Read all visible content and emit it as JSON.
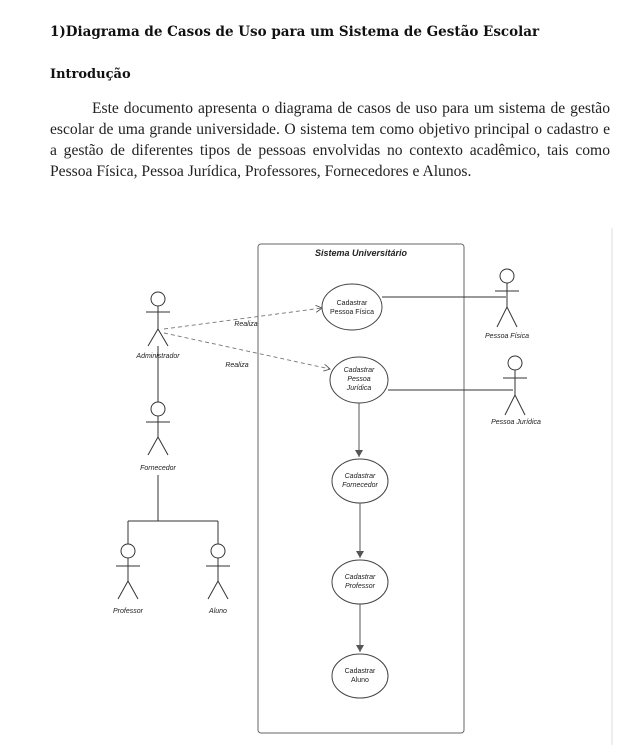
{
  "document": {
    "title": "1)Diagrama de Casos de Uso para um Sistema de Gestão Escolar",
    "section": "Introdução",
    "paragraph": "Este documento apresenta o diagrama de casos de uso para um sistema de gestão escolar de uma grande universidade. O sistema tem como objetivo principal o cadastro e a gestão de diferentes tipos de pessoas envolvidas no contexto acadêmico, tais como Pessoa Física, Pessoa Jurídica, Professores, Fornecedores e Alunos."
  },
  "diagram": {
    "system_boundary": "Sistema Universitário",
    "use_cases": {
      "pf": [
        "Cadastrar",
        "Pessoa Física"
      ],
      "pj": [
        "Cadastrar",
        "Pessoa",
        "Jurídica"
      ],
      "forn": [
        "Cadastrar",
        "Fornecedor"
      ],
      "prof": [
        "Cadastrar",
        "Professor"
      ],
      "aluno": [
        "Cadastrar",
        "Aluno"
      ]
    },
    "actors": {
      "admin": "Administrador",
      "forn": "Fornecedor",
      "prof": "Professor",
      "aluno": "Aluno",
      "pf": "Pessoa Física",
      "pj": "Pessoa Jurídica"
    },
    "relations": {
      "realiza_1": "Realiza",
      "realiza_2": "Realiza"
    }
  }
}
